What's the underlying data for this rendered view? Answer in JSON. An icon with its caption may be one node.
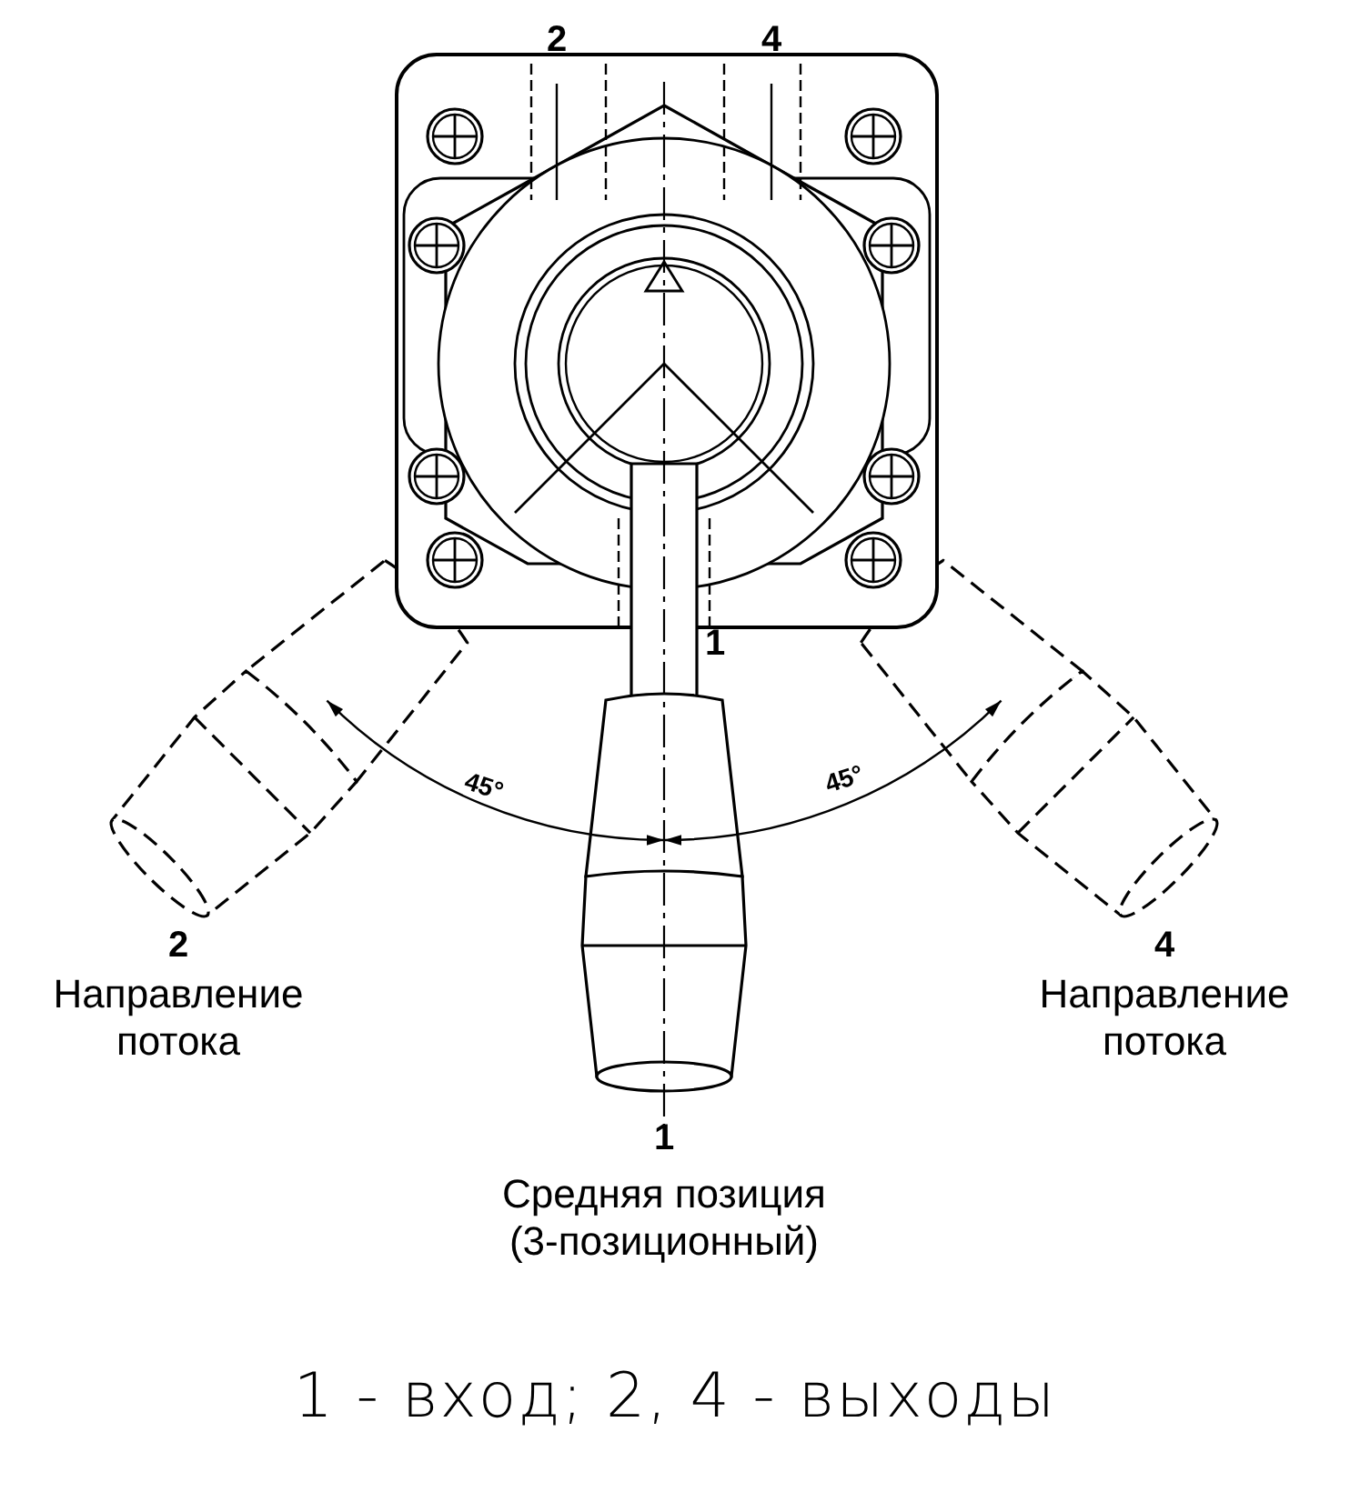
{
  "diagram": {
    "caption": "1 - вход; 2, 4 - выходы",
    "labels": [
      "2",
      "4",
      "1",
      "45°",
      "45°",
      "2",
      "Направление потока",
      "4",
      "Направление потока",
      "1",
      "Средняя позиция (3-позиционный)"
    ]
  }
}
